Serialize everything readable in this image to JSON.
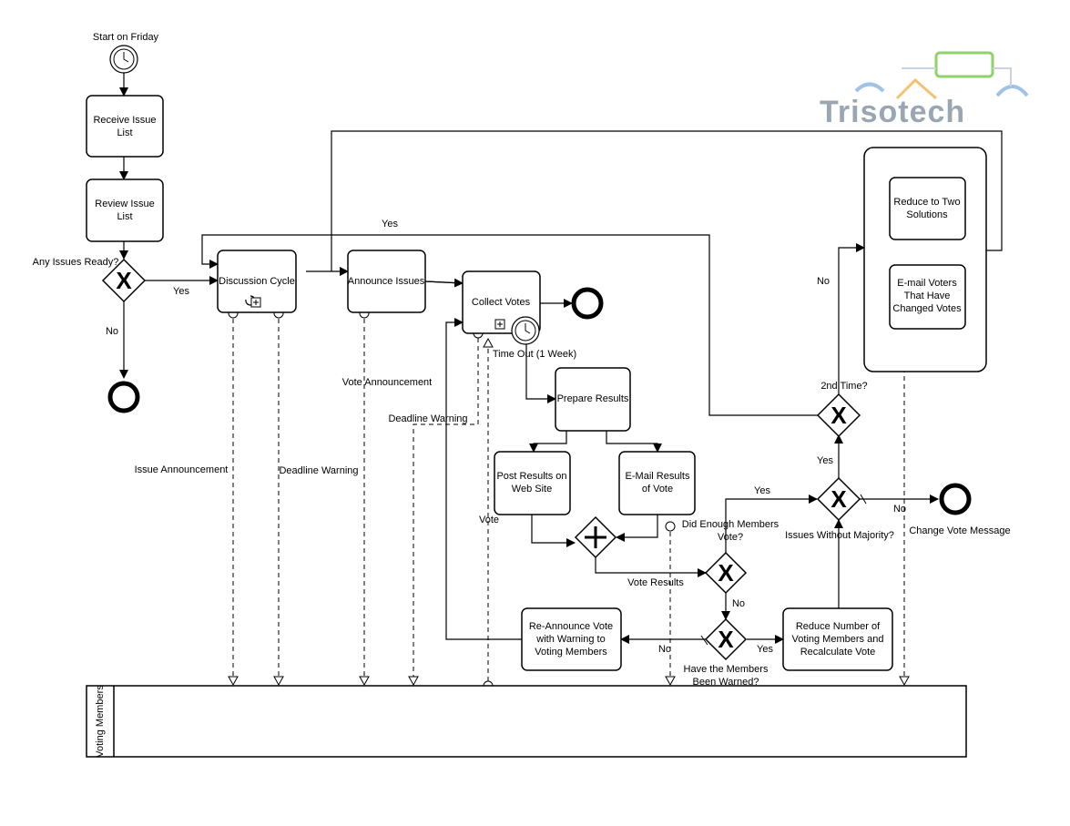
{
  "brand": {
    "logo_text": "Trisotech",
    "logo_color": "#9aa7b3",
    "accent_green": "#6cc24a",
    "accent_orange": "#f0a030",
    "accent_blue": "#3a7cc0"
  },
  "events": {
    "start": "Start on Friday",
    "timeout": "Time Out (1 Week)",
    "change_vote_message": "Change Vote Message"
  },
  "tasks": {
    "receive": [
      "Receive Issue",
      "List"
    ],
    "review": [
      "Review Issue",
      "List"
    ],
    "discussion": [
      "Discussion Cycle"
    ],
    "announce": [
      "Announce Issues"
    ],
    "collect": [
      "Collect Votes"
    ],
    "prepare": [
      "Prepare Results"
    ],
    "post": [
      "Post Results on",
      "Web Site"
    ],
    "email": [
      "E-Mail Results",
      "of Vote"
    ],
    "reannounce": [
      "Re-Announce Vote",
      "with Warning to",
      "Voting Members"
    ],
    "reduce_members": [
      "Reduce Number of",
      "Voting Members and",
      "Recalculate Vote"
    ],
    "reduce_two": [
      "Reduce to Two",
      "Solutions"
    ],
    "email_voters": [
      "E-mail Voters",
      "That Have",
      "Changed Votes"
    ]
  },
  "gateways": {
    "issues_ready": "Any Issues Ready?",
    "enough_members": [
      "Did Enough Members",
      "Vote?"
    ],
    "members_warned": [
      "Have the Members",
      "Been Warned?"
    ],
    "without_majority": "Issues Without Majority?",
    "second_time": "2nd Time?"
  },
  "flow_labels": {
    "yes": "Yes",
    "no": "No"
  },
  "messages": {
    "issue_announcement": "Issue Announcement",
    "deadline_warning": "Deadline Warning",
    "vote_announcement": "Vote Announcement",
    "vote": "Vote",
    "vote_results": "Vote Results"
  },
  "pool": {
    "label": "Voting Members"
  }
}
